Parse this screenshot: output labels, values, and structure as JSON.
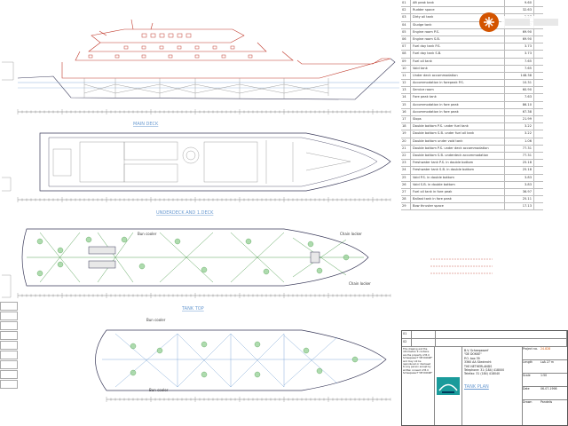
{
  "views": {
    "profile_label": "MAIN DECK",
    "main_deck_label": "UNDERDECK AND 1.DECK",
    "tank_top_label": "TANK TOP",
    "tank_plan_label": "TANK PLAN"
  },
  "annotations": {
    "chain_locker_1": "Chain locker",
    "chain_locker_2": "Chain locker",
    "bun_cooler_1": "Bun cooler",
    "bun_cooler_2": "Bun cooler"
  },
  "compartments": [
    {
      "no": "01",
      "name": "Aft peak tank",
      "value": "9.60"
    },
    {
      "no": "02",
      "name": "Rudder space",
      "value": "32.63"
    },
    {
      "no": "03",
      "name": "Dirty oil tank",
      "value": "2.27"
    },
    {
      "no": "04",
      "name": "Sludge tank",
      "value": "2.27"
    },
    {
      "no": "05",
      "name": "Engine room P.S.",
      "value": "69.90"
    },
    {
      "no": "06",
      "name": "Engine room S.B.",
      "value": "69.90"
    },
    {
      "no": "07",
      "name": "Fuel day tank P.S.",
      "value": "3.73"
    },
    {
      "no": "08",
      "name": "Fuel day tank S.B.",
      "value": "3.73"
    },
    {
      "no": "09",
      "name": "Fuel oil tank",
      "value": "7.65"
    },
    {
      "no": "10",
      "name": "Void tank",
      "value": "7.65"
    },
    {
      "no": "11",
      "name": "Under deck accommodation",
      "value": "148.38"
    },
    {
      "no": "12",
      "name": "Accommodation in forepeak P.S.",
      "value": "10.31"
    },
    {
      "no": "13",
      "name": "Service room",
      "value": "60.90"
    },
    {
      "no": "14",
      "name": "Fore peak tank",
      "value": "7.63"
    },
    {
      "no": "15",
      "name": "Accommodation in fore peak",
      "value": "86.10"
    },
    {
      "no": "16",
      "name": "Accommodation in fore peak",
      "value": "67.38"
    },
    {
      "no": "17",
      "name": "Slops",
      "value": "21.99"
    },
    {
      "no": "18",
      "name": "Double bottom P.S. under fuel tank",
      "value": "3.22"
    },
    {
      "no": "19",
      "name": "Double bottom S.B. under fuel oil tank",
      "value": "3.22"
    },
    {
      "no": "20",
      "name": "Double bottom under void tank",
      "value": "1.06"
    },
    {
      "no": "21",
      "name": "Double bottom P.S. under deck accommodation",
      "value": "77.31"
    },
    {
      "no": "22",
      "name": "Double bottom S.B. underdeck accommodation",
      "value": "77.31"
    },
    {
      "no": "23",
      "name": "Freshwater tank P.S. in double bottom",
      "value": "25.18"
    },
    {
      "no": "24",
      "name": "Freshwater tank S.B. in double bottom",
      "value": "25.18"
    },
    {
      "no": "25",
      "name": "Void P.S. in double bottom",
      "value": "3.83"
    },
    {
      "no": "26",
      "name": "Void S.B. in double bottom",
      "value": "3.83"
    },
    {
      "no": "27",
      "name": "Fuel oil tank in fore peak",
      "value": "36.97"
    },
    {
      "no": "28",
      "name": "Ballast tank in fore peak",
      "value": "25.11"
    },
    {
      "no": "29",
      "name": "Bow thruster space",
      "value": "17.13"
    }
  ],
  "title_block": {
    "company": "B.V. Scheepswerf",
    "company_line2": "\"DE DOKKE\"",
    "address": "P.O. box 39",
    "city": "3360 AA Sliedrecht",
    "country": "THE NETHERLANDS",
    "phone": "Telephone: 31 (184) 418000",
    "fax": "Telefax: 31 (184) 418040",
    "drawing_title": "TANK PLAN",
    "project_label": "Project no.",
    "project_no": "24.828",
    "length_label": "Length",
    "length_val": "LoA 27 m",
    "scale_label": "Scale",
    "scale_val": "1:50",
    "date_label": "Date",
    "date_val": "06-07-1998",
    "drawn_label": "Drawn",
    "drawn_val": "Pandelis",
    "notice": "This drawing and the information it contains are the property of B.V. Scheepswerf \"DE DOKKE\" and may not be reproduced or disclosed to any person except by written consent of B.V. Scheepswerf \"DE DOKKE\""
  },
  "colors": {
    "hull": "#3a3a5a",
    "superstructure": "#c0392b",
    "bulkhead": "#8a8a8a",
    "grid": "#6b9bd1",
    "tank_fill": "#9bd39b",
    "tank_line": "#2e8b2e",
    "logo_bg": "#d35400"
  }
}
